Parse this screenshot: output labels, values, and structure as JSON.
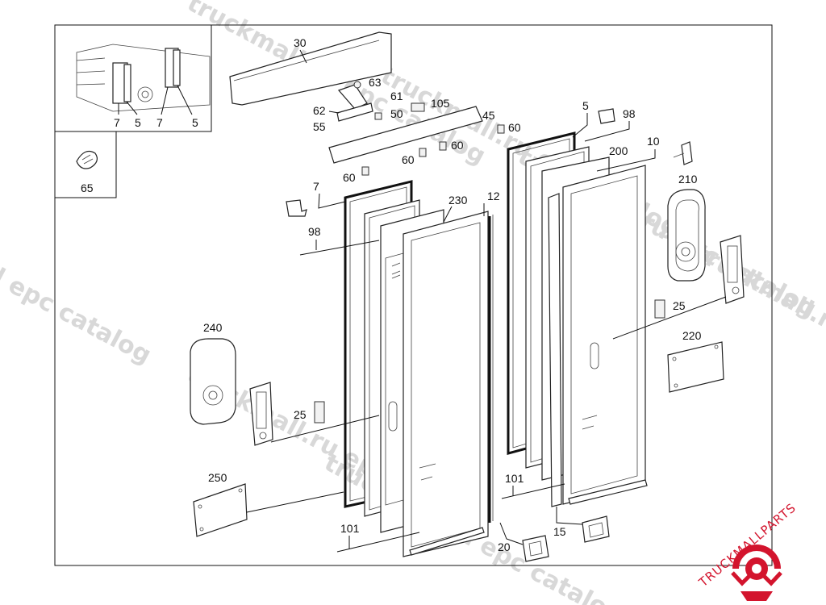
{
  "diagram": {
    "part_labels": {
      "p30": "30",
      "p63": "63",
      "p61": "61",
      "p105": "105",
      "p62": "62",
      "p50": "50",
      "p55": "55",
      "p45": "45",
      "p60a": "60",
      "p60b": "60",
      "p60c": "60",
      "p60d": "60",
      "p5a": "5",
      "p98a": "98",
      "p200": "200",
      "p10": "10",
      "p210": "210",
      "p7a": "7",
      "p230": "230",
      "p12": "12",
      "p98b": "98",
      "p25a": "25",
      "p25b": "25",
      "p220": "220",
      "p240": "240",
      "p250": "250",
      "p101a": "101",
      "p101b": "101",
      "p15": "15",
      "p20": "20",
      "p65": "65",
      "inset7a": "7",
      "inset5a": "5",
      "inset7b": "7",
      "inset5b": "5"
    }
  },
  "watermarks": {
    "w1": "truckmall.ru epc catalog",
    "w2": "truckmall.ru epc catalog",
    "w3": "l epc catalog",
    "w4": "truckmall.ru epc catalog",
    "w5": "truckmall.ru epc catalog",
    "w6": "truckmall.ru epc catalog",
    "w7": "truckmall.ru epc catalog"
  },
  "logo": {
    "text": "TRUCKMALLPARTS",
    "color": "#d3142d"
  }
}
